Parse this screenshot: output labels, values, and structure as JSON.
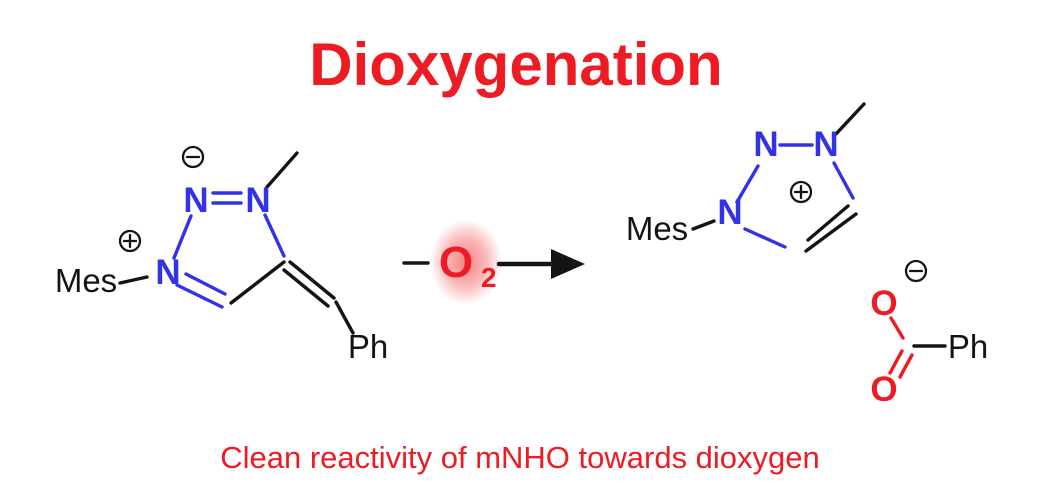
{
  "title": "Dioxygenation",
  "caption": "Clean reactivity of mNHO towards dioxygen",
  "colors": {
    "red": "#ed1c24",
    "blue": "#3232e6",
    "black": "#141414",
    "glow": "#f57d7d",
    "background": "#ffffff"
  },
  "reactant": {
    "mes": "Mes",
    "n1": "N",
    "n2": "N",
    "n3": "N",
    "ph": "Ph"
  },
  "arrow": {
    "o": "O",
    "o_sub": "2"
  },
  "cation": {
    "mes": "Mes",
    "n1": "N",
    "n2": "N",
    "n3": "N"
  },
  "anion": {
    "o_top": "O",
    "o_bottom": "O",
    "ph": "Ph"
  },
  "icons": {
    "circled_plus": "⊕",
    "circled_minus": "⊖"
  }
}
